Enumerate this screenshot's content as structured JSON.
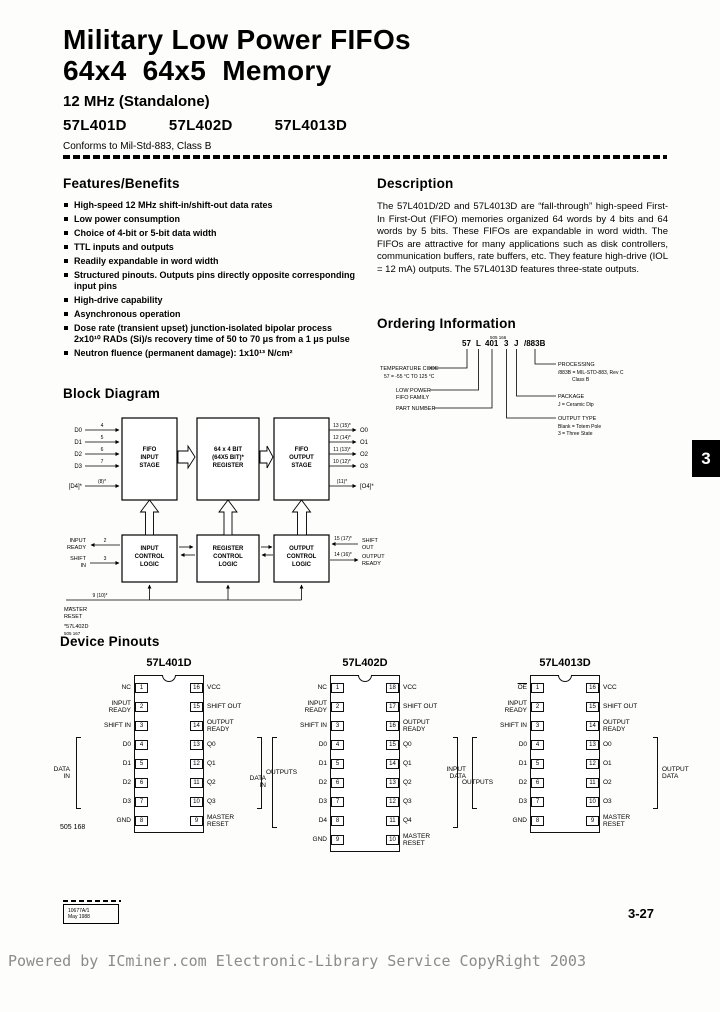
{
  "page": {
    "section_tab": "3",
    "page_number": "3-27",
    "doc_code": [
      "10677A/1",
      "May 1988"
    ],
    "watermark": "Powered by ICminer.com Electronic-Library Service CopyRight 2003"
  },
  "header": {
    "title_line1": "Military Low Power FIFOs",
    "title_line2": "64x4  64x5  Memory",
    "subtitle": "12 MHz (Standalone)",
    "part_numbers": [
      "57L401D",
      "57L402D",
      "57L4013D"
    ],
    "conformance": "Conforms to Mil-Std-883, Class B"
  },
  "features": {
    "heading": "Features/Benefits",
    "items": [
      "High-speed 12 MHz shift-in/shift-out data rates",
      "Low power consumption",
      "Choice of 4-bit or 5-bit data width",
      "TTL inputs and outputs",
      "Readily expandable in word width",
      "Structured pinouts.  Outputs pins directly opposite corresponding input pins",
      "High-drive capability",
      "Asynchronous operation",
      "Dose rate (transient upset) junction-isolated bipolar process 2x10¹⁰ RADs (Si)/s recovery time of 50 to 70 μs from a 1 μs pulse",
      "Neutron fluence (permanent damage): 1x10¹³ N/cm²"
    ]
  },
  "description": {
    "heading": "Description",
    "body": "The 57L401D/2D and 57L4013D are “fall-through” high-speed First-In First-Out (FIFO) memories organized 64 words by 4 bits and 64 words by 5 bits.  These FIFOs are expandable in word width.  The FIFOs are attractive for many applications such as disk controllers, communication buffers, rate buffers, etc.  They feature high-drive (IOL = 12 mA) outputs. The 57L4013D features three-state outputs."
  },
  "ordering": {
    "heading": "Ordering Information",
    "fig_number": "505 166",
    "code_segments": [
      "57",
      "L",
      "401",
      "3",
      "J",
      "/883B"
    ],
    "callouts": {
      "temperature": [
        "TEMPERATURE CODE",
        "57 = -55 °C TO 125 °C"
      ],
      "family": [
        "LOW POWER",
        "FIFO FAMILY"
      ],
      "part": [
        "PART NUMBER"
      ],
      "processing": [
        "PROCESSING",
        "/883B = MIL-STD-883, Rev C",
        "Class B"
      ],
      "package": [
        "PACKAGE",
        "J = Ceramic Dip"
      ],
      "output_type": [
        "OUTPUT TYPE",
        "Blank = Totem Pole",
        "3 = Three State"
      ]
    }
  },
  "block_diagram": {
    "heading": "Block Diagram",
    "note": "*57L402D",
    "fig_number": "505 167",
    "boxes": {
      "fifo_input": [
        "FIFO",
        "INPUT",
        "STAGE"
      ],
      "register": [
        "64 x 4 BIT",
        "(64X5 BIT)*",
        "REGISTER"
      ],
      "fifo_output": [
        "FIFO",
        "OUTPUT",
        "STAGE"
      ],
      "input_control": [
        "INPUT",
        "CONTROL",
        "LOGIC"
      ],
      "register_control": [
        "REGISTER",
        "CONTROL",
        "LOGIC"
      ],
      "output_control": [
        "OUTPUT",
        "CONTROL",
        "LOGIC"
      ]
    },
    "inputs": [
      {
        "label": "D0",
        "pin": "4"
      },
      {
        "label": "D1",
        "pin": "5"
      },
      {
        "label": "D2",
        "pin": "6"
      },
      {
        "label": "D3",
        "pin": "7"
      },
      {
        "label": "[D4]*",
        "pin": "(8)*"
      }
    ],
    "outputs": [
      {
        "label": "O0",
        "pin": "13 (15)*"
      },
      {
        "label": "O1",
        "pin": "12 (14)*"
      },
      {
        "label": "O2",
        "pin": "11 (13)*"
      },
      {
        "label": "O3",
        "pin": "10 (12)*"
      },
      {
        "label": "[O4]*",
        "pin": "(11)*"
      }
    ],
    "signals": {
      "input_ready": {
        "lines": [
          "INPUT",
          "READY"
        ],
        "pin": "2"
      },
      "shift_in": {
        "lines": [
          "SHIFT",
          "IN"
        ],
        "pin": "3"
      },
      "shift_out": {
        "lines": [
          "SHIFT",
          "OUT"
        ],
        "pin": "15 (17)*"
      },
      "output_ready": {
        "lines": [
          "OUTPUT",
          "READY"
        ],
        "pin": "14 (16)*"
      },
      "master_reset": {
        "lines": [
          "MASTER",
          "RESET"
        ],
        "pin": "9 (10)*"
      }
    }
  },
  "pinouts": {
    "heading": "Device Pinouts",
    "fig_number": "505 168",
    "chips": [
      {
        "title": "57L401D",
        "left_group": "DATA IN",
        "right_group": "OUTPUTS",
        "left": [
          {
            "label": "NC",
            "num": "1"
          },
          {
            "label": "INPUT READY",
            "num": "2"
          },
          {
            "label": "SHIFT IN",
            "num": "3"
          },
          {
            "label": "D0",
            "num": "4"
          },
          {
            "label": "D1",
            "num": "5"
          },
          {
            "label": "D2",
            "num": "6"
          },
          {
            "label": "D3",
            "num": "7"
          },
          {
            "label": "GND",
            "num": "8"
          }
        ],
        "right": [
          {
            "label": "VCC",
            "num": "16"
          },
          {
            "label": "SHIFT OUT",
            "num": "15"
          },
          {
            "label": "OUTPUT READY",
            "num": "14"
          },
          {
            "label": "Q0",
            "num": "13"
          },
          {
            "label": "Q1",
            "num": "12"
          },
          {
            "label": "Q2",
            "num": "11"
          },
          {
            "label": "Q3",
            "num": "10"
          },
          {
            "label": "MASTER RESET",
            "num": "9"
          }
        ]
      },
      {
        "title": "57L402D",
        "left_group": "DATA IN",
        "right_group": "OUTPUTS",
        "left": [
          {
            "label": "NC",
            "num": "1"
          },
          {
            "label": "INPUT READY",
            "num": "2"
          },
          {
            "label": "SHIFT IN",
            "num": "3"
          },
          {
            "label": "D0",
            "num": "4"
          },
          {
            "label": "D1",
            "num": "5"
          },
          {
            "label": "D2",
            "num": "6"
          },
          {
            "label": "D3",
            "num": "7"
          },
          {
            "label": "D4",
            "num": "8"
          },
          {
            "label": "GND",
            "num": "9"
          }
        ],
        "right": [
          {
            "label": "VCC",
            "num": "18"
          },
          {
            "label": "SHIFT OUT",
            "num": "17"
          },
          {
            "label": "OUTPUT READY",
            "num": "16"
          },
          {
            "label": "Q0",
            "num": "15"
          },
          {
            "label": "Q1",
            "num": "14"
          },
          {
            "label": "Q2",
            "num": "13"
          },
          {
            "label": "Q3",
            "num": "12"
          },
          {
            "label": "Q4",
            "num": "11"
          },
          {
            "label": "MASTER RESET",
            "num": "10"
          }
        ]
      },
      {
        "title": "57L4013D",
        "left_group": "INPUT DATA",
        "right_group": "OUTPUT DATA",
        "left": [
          {
            "label": "OE",
            "num": "1"
          },
          {
            "label": "INPUT READY",
            "num": "2"
          },
          {
            "label": "SHIFT IN",
            "num": "3"
          },
          {
            "label": "D0",
            "num": "4"
          },
          {
            "label": "D1",
            "num": "5"
          },
          {
            "label": "D2",
            "num": "6"
          },
          {
            "label": "D3",
            "num": "7"
          },
          {
            "label": "GND",
            "num": "8"
          }
        ],
        "right": [
          {
            "label": "VCC",
            "num": "16"
          },
          {
            "label": "SHIFT OUT",
            "num": "15"
          },
          {
            "label": "OUTPUT READY",
            "num": "14"
          },
          {
            "label": "O0",
            "num": "13"
          },
          {
            "label": "O1",
            "num": "12"
          },
          {
            "label": "O2",
            "num": "11"
          },
          {
            "label": "O3",
            "num": "10"
          },
          {
            "label": "MASTER RESET",
            "num": "9"
          }
        ]
      }
    ]
  }
}
